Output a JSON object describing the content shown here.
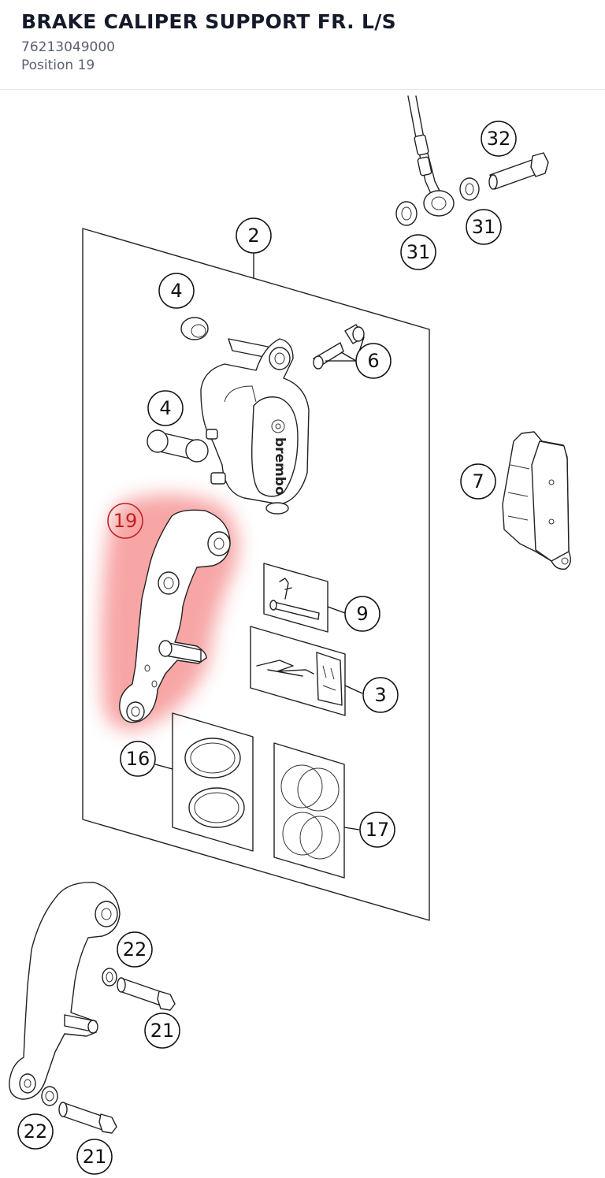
{
  "header": {
    "title": "BRAKE CALIPER SUPPORT FR. L/S",
    "part_number": "76213049000",
    "position": "Position 19"
  },
  "diagram": {
    "highlight_color": "#f26b6b",
    "callouts": [
      "32",
      "31",
      "31",
      "2",
      "4",
      "6",
      "4",
      "7",
      "19",
      "9",
      "3",
      "16",
      "17",
      "22",
      "21",
      "22",
      "21"
    ],
    "caliper_brand": "brembo"
  }
}
